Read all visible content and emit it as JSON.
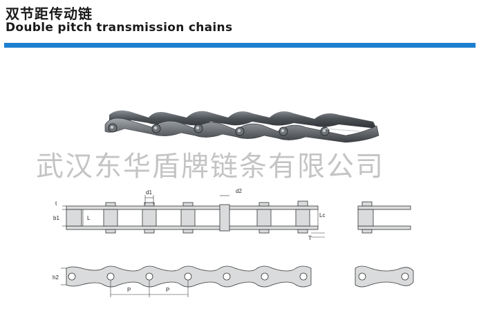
{
  "header": {
    "title_cn": "双节距传动链",
    "title_en": "Double pitch transmission chains"
  },
  "watermark": "武汉东华盾牌链条有限公司",
  "dimensions": {
    "d1": "d1",
    "d2": "d2",
    "t": "t",
    "b1": "b1",
    "L": "L",
    "Lc": "Lc",
    "T": "T",
    "h2": "h2",
    "P1": "P",
    "P2": "P"
  },
  "colors": {
    "accent_bar": "#1e7fd0",
    "chain_body": "#5a5e63",
    "drawing_fill": "#d9dbdc"
  }
}
